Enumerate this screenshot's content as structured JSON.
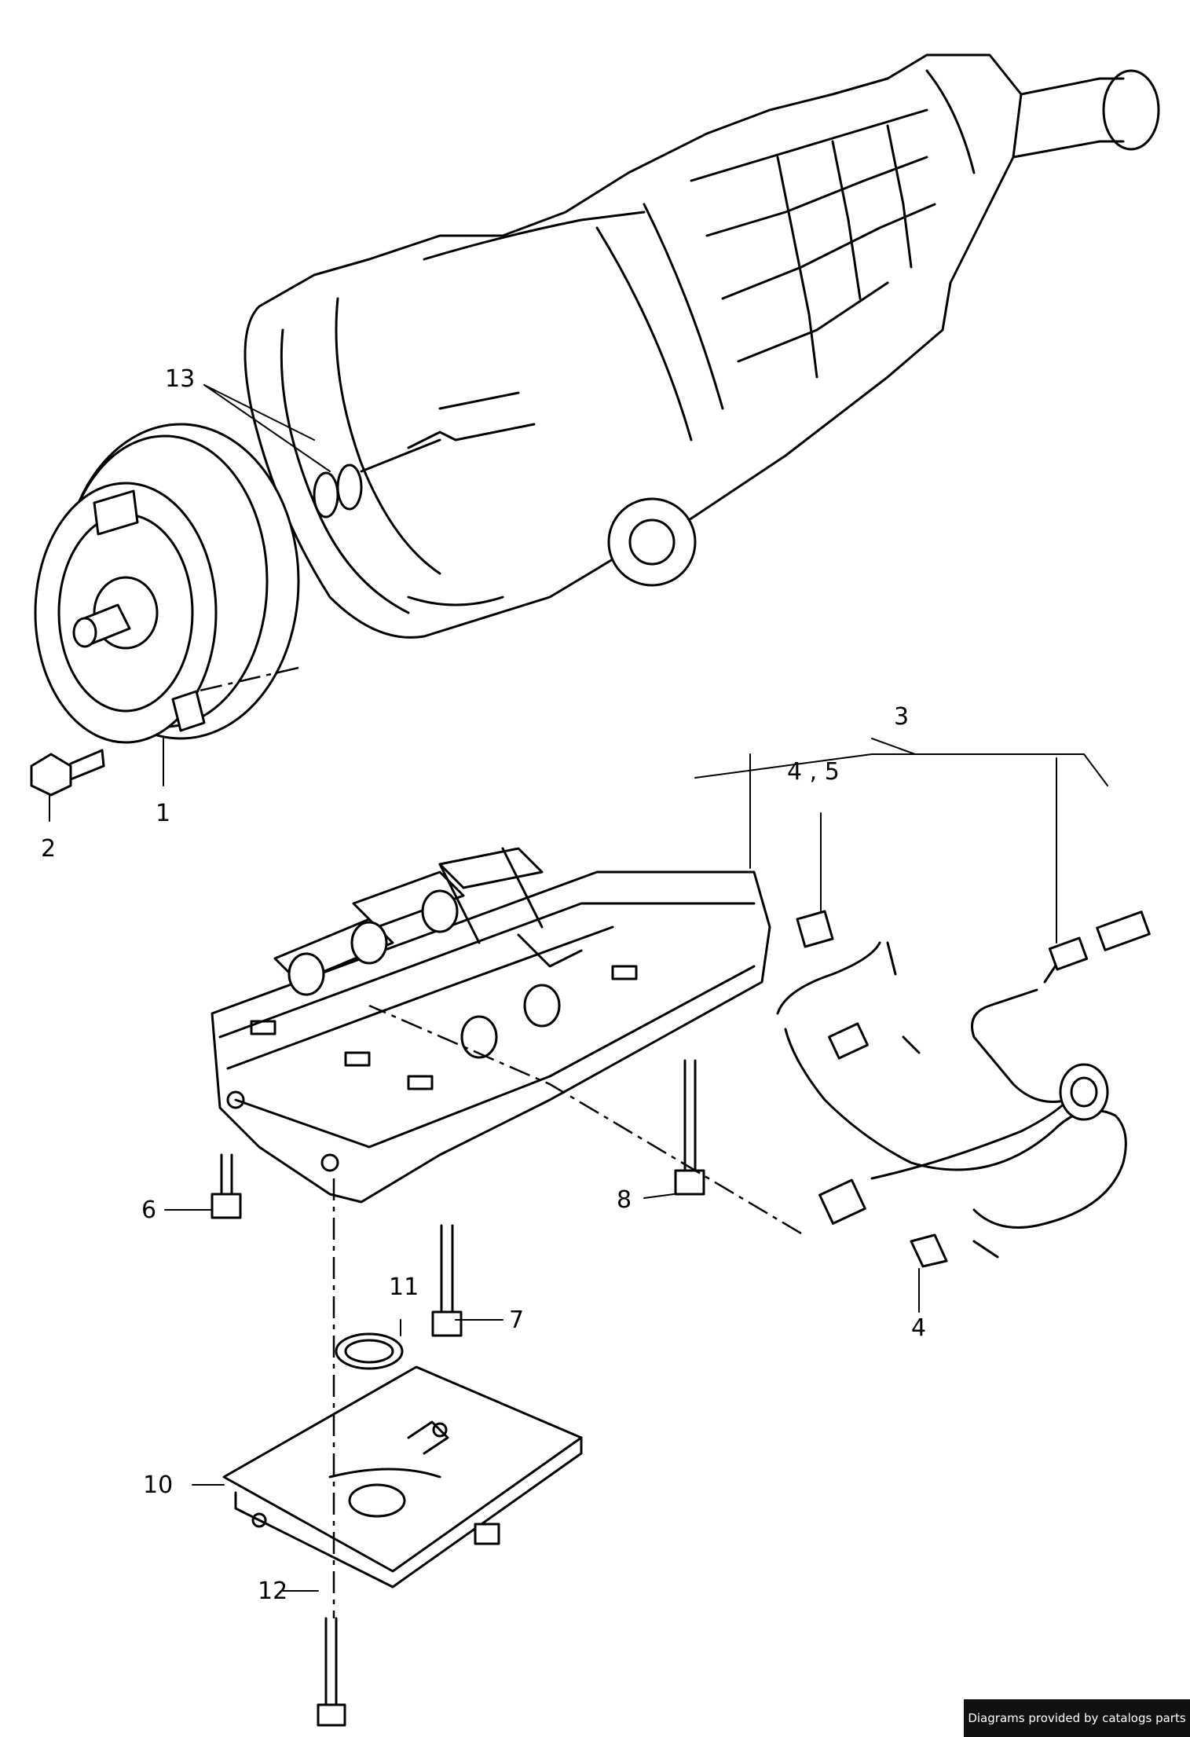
{
  "callouts": {
    "c1": "1",
    "c2": "2",
    "c3": "3",
    "c45": "4 , 5",
    "c4": "4",
    "c6": "6",
    "c7": "7",
    "c8": "8",
    "c10": "10",
    "c11": "11",
    "c12": "12",
    "c13": "13"
  },
  "credit": "Diagrams provided by catalogs parts"
}
